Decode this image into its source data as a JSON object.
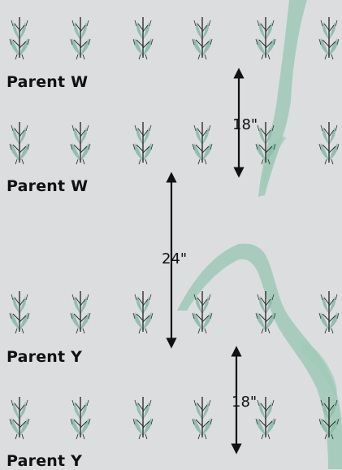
{
  "rows": [
    {
      "label": "Parent W"
    },
    {
      "label": "Parent W"
    },
    {
      "label": "Parent Y"
    },
    {
      "label": "Parent Y"
    }
  ],
  "dimensions": [
    {
      "label": "18\""
    },
    {
      "label": "24\""
    },
    {
      "label": "18\""
    }
  ],
  "colors": {
    "background": "#dcdddf",
    "plant_leaf": "#8fbfae",
    "plant_stem": "#222222",
    "water_stream": "#9ec9b7",
    "arrow": "#111111"
  }
}
